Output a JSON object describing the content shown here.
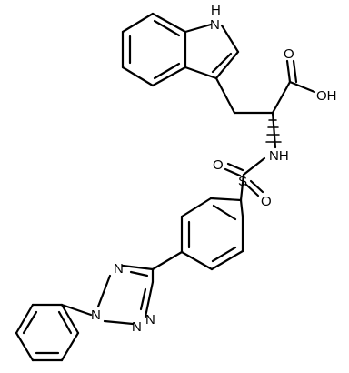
{
  "structure": {
    "atoms": {
      "indole_nh": "H\nN",
      "nh_amide": "NH",
      "carbonyl_o": "O",
      "hydroxyl": "OH",
      "sulfonyl_s": "S",
      "sulfonyl_o_left": "O",
      "sulfonyl_o_right": "O",
      "tetrazole_n1": "N",
      "tetrazole_n2": "N",
      "tetrazole_n3": "N",
      "tetrazole_n4": "N"
    }
  }
}
